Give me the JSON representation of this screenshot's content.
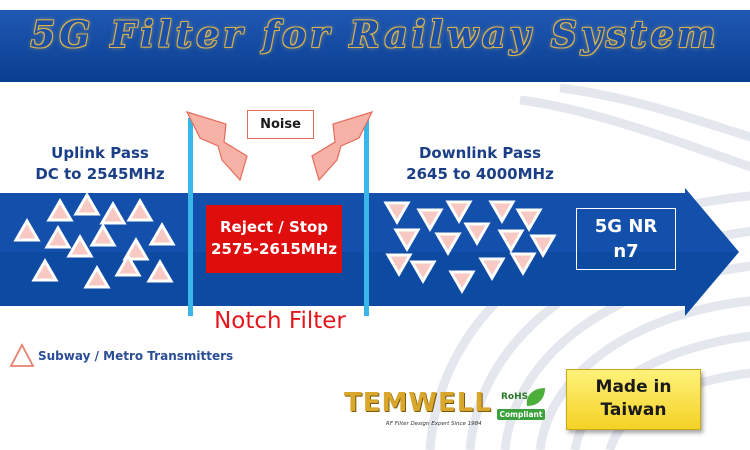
{
  "title": "5G Filter for Railway System",
  "uplink": {
    "line1": "Uplink Pass",
    "line2": "DC to 2545MHz"
  },
  "downlink": {
    "line1": "Downlink Pass",
    "line2": "2645 to 4000MHz"
  },
  "noise": "Noise",
  "reject": {
    "line1": "Reject / Stop",
    "line2": "2575-2615MHz"
  },
  "notch_filter": "Notch Filter",
  "band": {
    "line1": "5G NR",
    "line2": "n7"
  },
  "legend": "Subway / Metro Transmitters",
  "logo": {
    "name": "TEMWELL",
    "tagline": "RF Filter Design Expert Since 1984"
  },
  "rohs": {
    "top": "RoHS",
    "label": "Compliant"
  },
  "made_in": {
    "line1": "Made in",
    "line2": "Taiwan"
  },
  "colors": {
    "banner": "#0a3e91",
    "arrow": "#0d4aa2",
    "reject": "#e00d0d",
    "filter_line": "#39b7ea",
    "notch_text": "#e4151d",
    "badge": "#f4d226"
  }
}
